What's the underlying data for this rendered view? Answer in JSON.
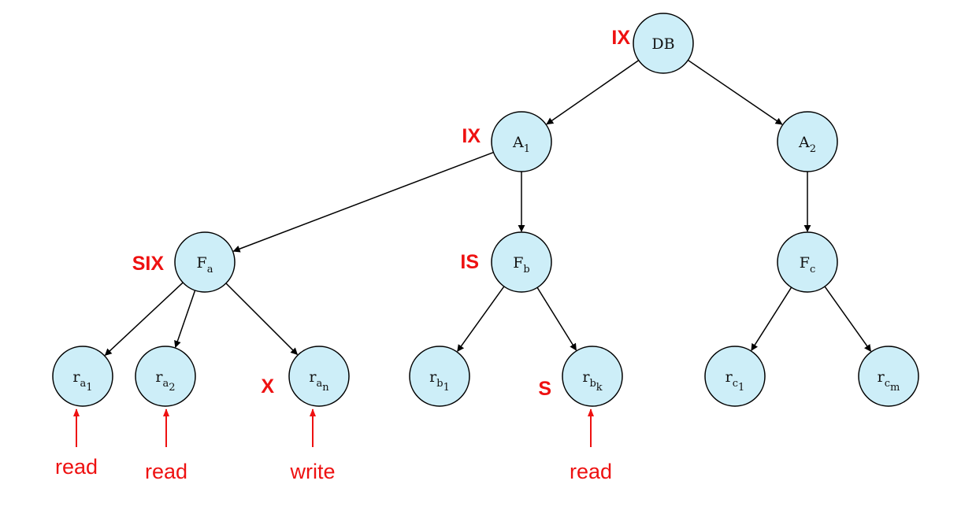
{
  "diagram": {
    "type": "lock-hierarchy-tree",
    "colors": {
      "node_fill": "#cdeef8",
      "lock_label": "#ee1111",
      "edge": "#000000"
    },
    "nodes": [
      {
        "id": "DB",
        "base": "DB",
        "sub": "",
        "subsub": "",
        "lock": "IX"
      },
      {
        "id": "A1",
        "base": "A",
        "sub": "1",
        "subsub": "",
        "lock": "IX"
      },
      {
        "id": "A2",
        "base": "A",
        "sub": "2",
        "subsub": "",
        "lock": ""
      },
      {
        "id": "Fa",
        "base": "F",
        "sub": "a",
        "subsub": "",
        "lock": "SIX"
      },
      {
        "id": "Fb",
        "base": "F",
        "sub": "b",
        "subsub": "",
        "lock": "IS"
      },
      {
        "id": "Fc",
        "base": "F",
        "sub": "c",
        "subsub": "",
        "lock": ""
      },
      {
        "id": "ra1",
        "base": "r",
        "sub": "a",
        "subsub": "1",
        "lock": ""
      },
      {
        "id": "ra2",
        "base": "r",
        "sub": "a",
        "subsub": "2",
        "lock": ""
      },
      {
        "id": "ran",
        "base": "r",
        "sub": "a",
        "subsub": "n",
        "lock": "X"
      },
      {
        "id": "rb1",
        "base": "r",
        "sub": "b",
        "subsub": "1",
        "lock": ""
      },
      {
        "id": "rbk",
        "base": "r",
        "sub": "b",
        "subsub": "k",
        "lock": "S"
      },
      {
        "id": "rc1",
        "base": "r",
        "sub": "c",
        "subsub": "1",
        "lock": ""
      },
      {
        "id": "rcm",
        "base": "r",
        "sub": "c",
        "subsub": "m",
        "lock": ""
      }
    ],
    "edges": [
      [
        "DB",
        "A1"
      ],
      [
        "DB",
        "A2"
      ],
      [
        "A1",
        "Fa"
      ],
      [
        "A1",
        "Fb"
      ],
      [
        "A2",
        "Fc"
      ],
      [
        "Fa",
        "ra1"
      ],
      [
        "Fa",
        "ra2"
      ],
      [
        "Fa",
        "ran"
      ],
      [
        "Fb",
        "rb1"
      ],
      [
        "Fb",
        "rbk"
      ],
      [
        "Fc",
        "rc1"
      ],
      [
        "Fc",
        "rcm"
      ]
    ],
    "operations": [
      {
        "target": "ra1",
        "label": "read"
      },
      {
        "target": "ra2",
        "label": "read"
      },
      {
        "target": "ran",
        "label": "write"
      },
      {
        "target": "rbk",
        "label": "read"
      }
    ]
  }
}
